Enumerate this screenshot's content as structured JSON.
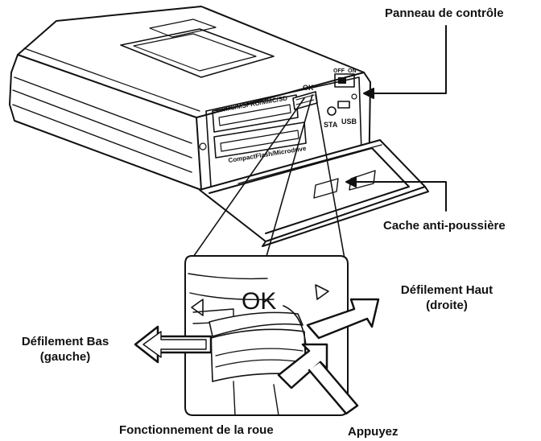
{
  "labels": {
    "control_panel": "Panneau de contrôle",
    "dust_cover": "Cache anti-poussière",
    "scroll_up_line1": "Défilement Haut",
    "scroll_up_line2": "(droite)",
    "scroll_down_line1": "Défilement Bas",
    "scroll_down_line2": "(gauche)",
    "wheel_operation": "Fonctionnement de la roue",
    "press": "Appuyez"
  },
  "device_markings": {
    "card_slot_top": "xD/MS/MSPRO/MMC/SD",
    "card_slot_bottom": "CompactFlash/Microdrive",
    "ok": "OK",
    "off": "OFF",
    "on": "ON",
    "sta": "STA",
    "usb": "USB",
    "zoom_ok": "OK"
  }
}
